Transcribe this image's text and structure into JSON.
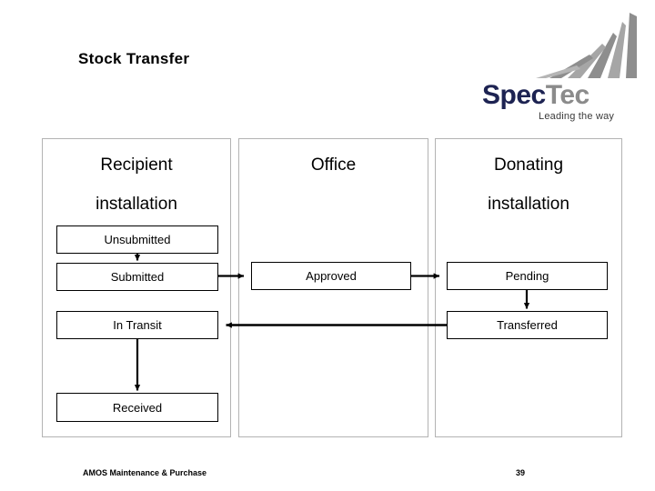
{
  "slide": {
    "title": "Stock Transfer"
  },
  "logo": {
    "name": "spectec-logo",
    "word_primary": "Spec",
    "word_secondary": "Tec",
    "tagline": "Leading the way",
    "primary_color": "#1d2352",
    "secondary_color": "#8b8b8b"
  },
  "lanes": [
    {
      "id": "recipient",
      "line1": "Recipient",
      "line2": "installation"
    },
    {
      "id": "office",
      "line1": "Office",
      "line2": ""
    },
    {
      "id": "donating",
      "line1": "Donating",
      "line2": "installation"
    }
  ],
  "nodes": [
    {
      "id": "unsubmitted",
      "label": "Unsubmitted",
      "lane": "recipient"
    },
    {
      "id": "submitted",
      "label": "Submitted",
      "lane": "recipient"
    },
    {
      "id": "in-transit",
      "label": "In Transit",
      "lane": "recipient"
    },
    {
      "id": "received",
      "label": "Received",
      "lane": "recipient"
    },
    {
      "id": "approved",
      "label": "Approved",
      "lane": "office"
    },
    {
      "id": "pending",
      "label": "Pending",
      "lane": "donating"
    },
    {
      "id": "transferred",
      "label": "Transferred",
      "lane": "donating"
    }
  ],
  "edges": [
    {
      "from": "unsubmitted",
      "to": "submitted",
      "direction": "down"
    },
    {
      "from": "submitted",
      "to": "approved",
      "direction": "right"
    },
    {
      "from": "approved",
      "to": "pending",
      "direction": "right"
    },
    {
      "from": "pending",
      "to": "transferred",
      "direction": "down"
    },
    {
      "from": "transferred",
      "to": "in-transit",
      "direction": "left"
    },
    {
      "from": "in-transit",
      "to": "received",
      "direction": "down"
    }
  ],
  "footer": {
    "text": "AMOS Maintenance & Purchase",
    "page": "39"
  },
  "colors": {
    "lane_border": "#b3b3b3",
    "node_border": "#000000",
    "connector": "#000000",
    "background": "#ffffff"
  }
}
